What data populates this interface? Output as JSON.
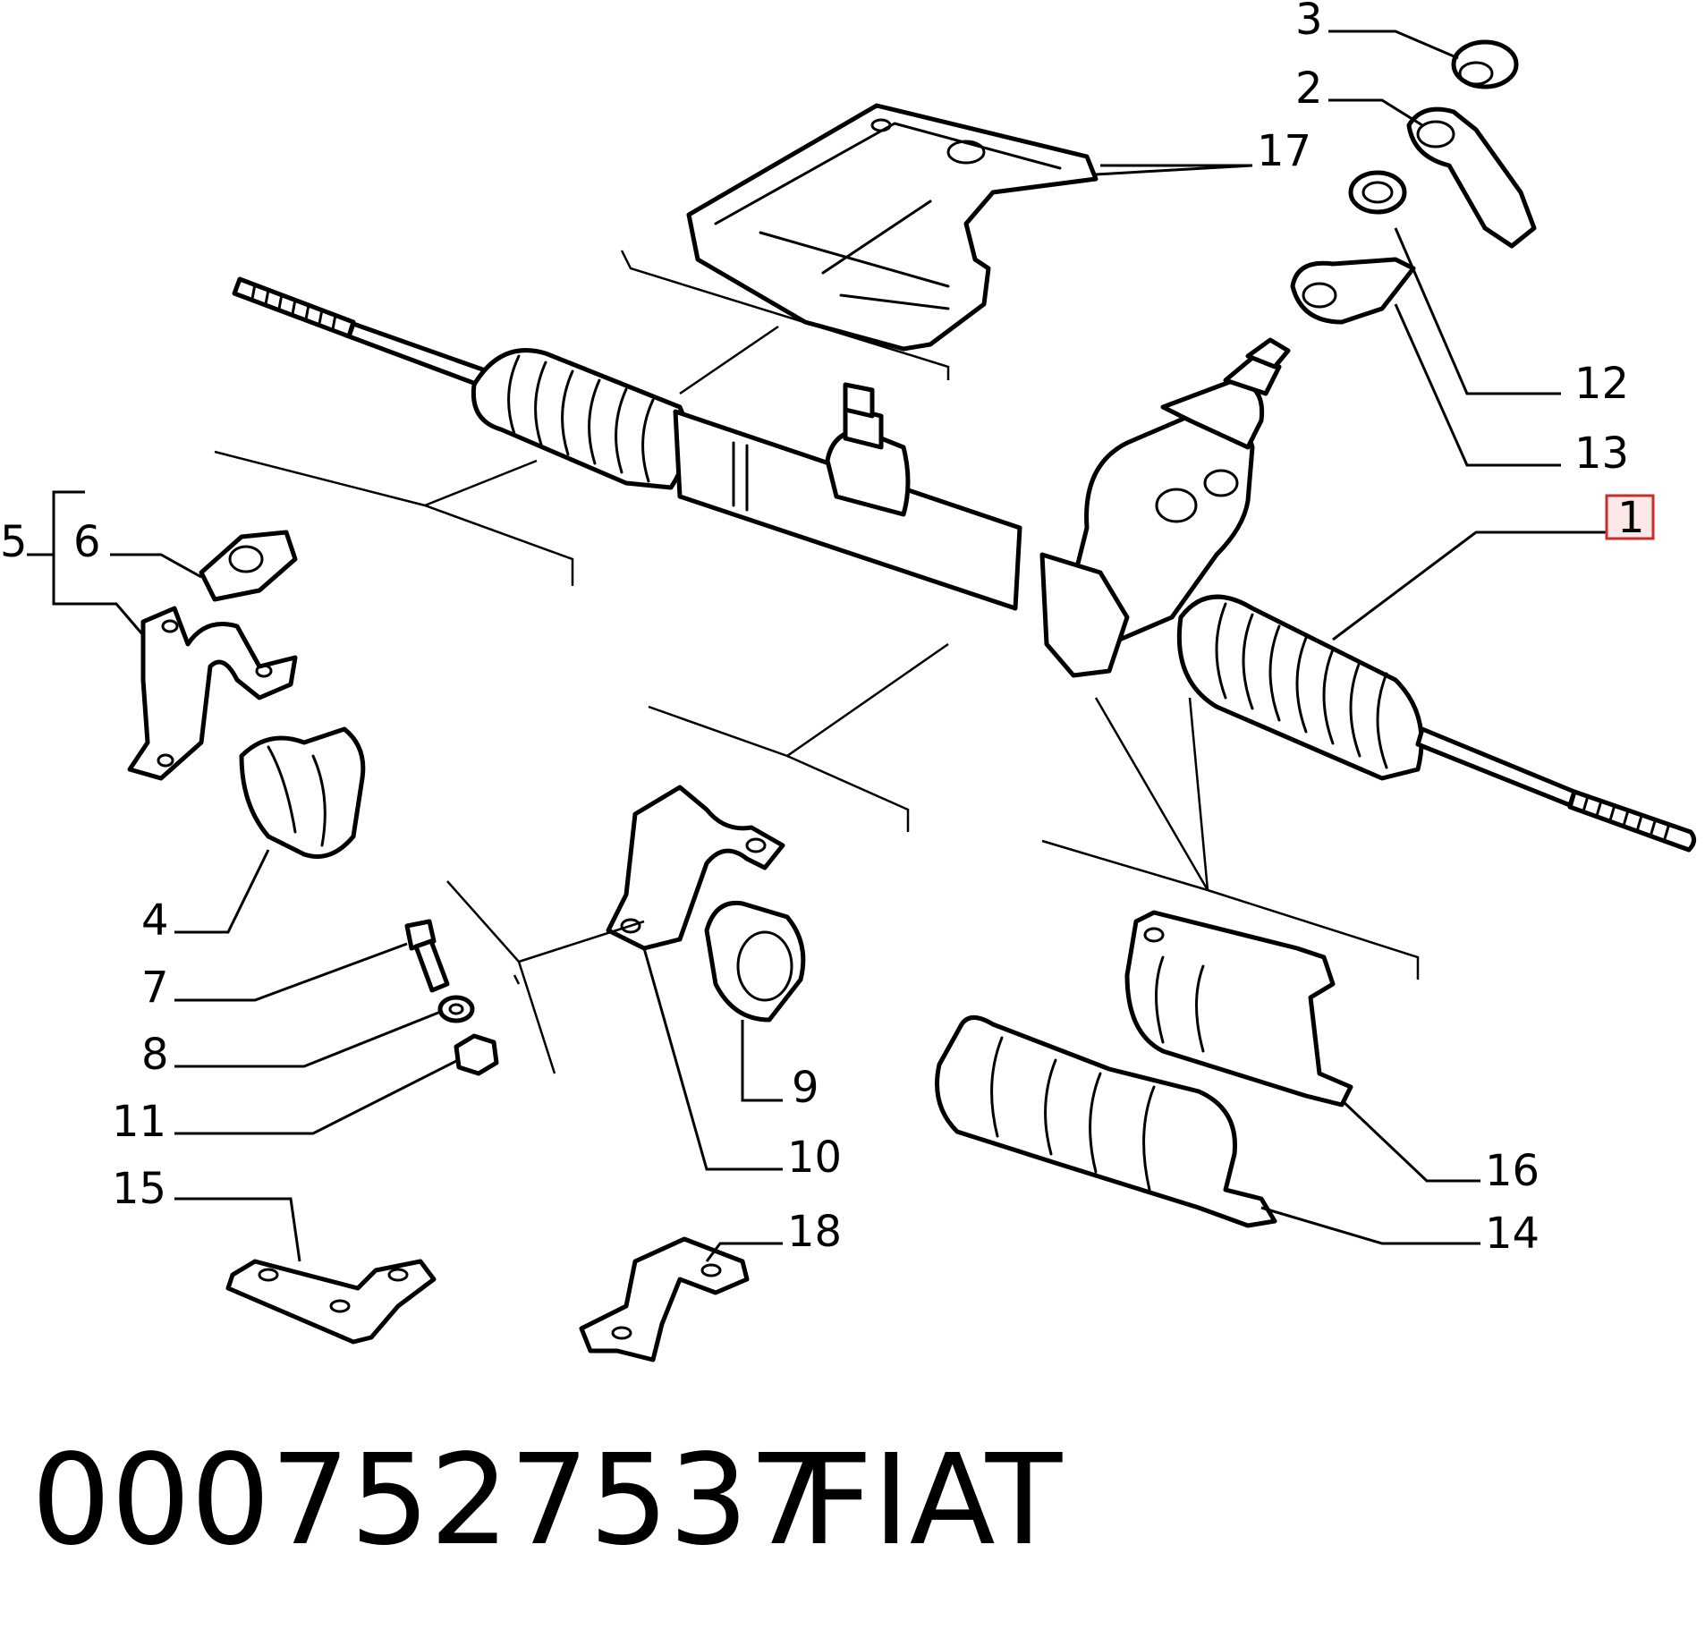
{
  "callouts": {
    "c1": "1",
    "c2": "2",
    "c3": "3",
    "c4": "4",
    "c5": "5",
    "c6": "6",
    "c7": "7",
    "c8": "8",
    "c9": "9",
    "c10": "10",
    "c11": "11",
    "c12": "12",
    "c13": "13",
    "c14": "14",
    "c15": "15",
    "c16": "16",
    "c17": "17",
    "c18": "18"
  },
  "highlighted_callout": "1",
  "caption": {
    "part_number": "0007527537",
    "brand": "FIAT"
  },
  "colors": {
    "line": "#000000",
    "highlight_border": "#cc2b2b",
    "highlight_fill": "#fde8e8",
    "background": "#ffffff"
  }
}
